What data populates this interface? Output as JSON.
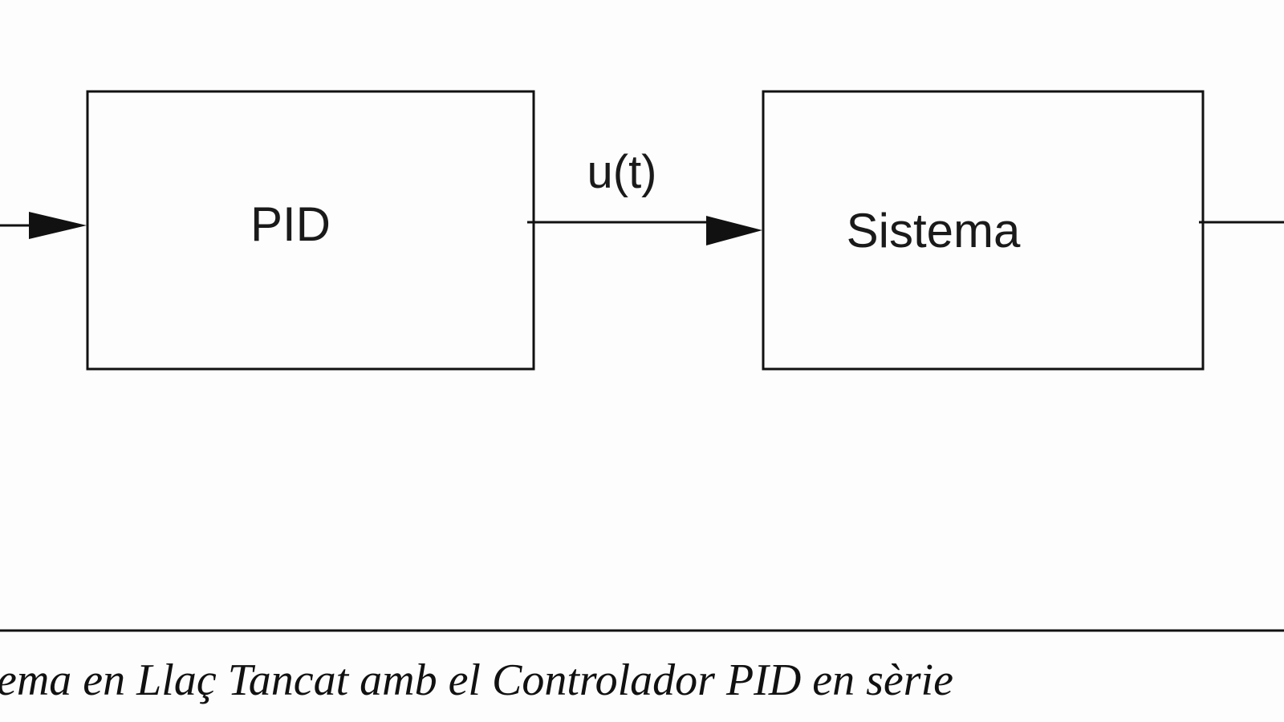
{
  "diagram": {
    "blocks": {
      "controller": {
        "label": "PID"
      },
      "plant": {
        "label": "Sistema"
      }
    },
    "signals": {
      "control": {
        "label": "u(t)"
      }
    },
    "caption": "ema en Llaç Tancat amb el Controlador PID en sèrie"
  }
}
